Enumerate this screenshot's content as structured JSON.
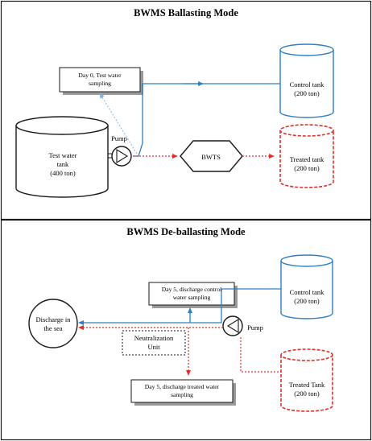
{
  "colors": {
    "blue": "#2f7fc4",
    "red": "#e0302a",
    "dark": "#1a1a1a",
    "grey_shadow": "#9a9a9a",
    "light_blue": "#7fb4e0"
  },
  "ballasting": {
    "title": "BWMS Ballasting Mode",
    "test_tank": [
      "Test water",
      "tank",
      "(400 ton)"
    ],
    "pump": "Pump",
    "sampling": [
      "Day 0, Test water",
      "sampling"
    ],
    "bwts": "BWTS",
    "control_tank": [
      "Control tank",
      "(200 ton)"
    ],
    "treated_tank": [
      "Treated tank",
      "(200 ton)"
    ]
  },
  "deballasting": {
    "title": "BWMS De-ballasting Mode",
    "discharge": [
      "Discharge in",
      "the sea"
    ],
    "control_sampling": [
      "Day 5, discharge control",
      "water sampling"
    ],
    "neutralization": [
      "Neutralization",
      "Unit"
    ],
    "treated_sampling": [
      "Day 5, discharge treated water",
      "sampling"
    ],
    "pump": "Pump",
    "control_tank": [
      "Control tank",
      "(200 ton)"
    ],
    "treated_tank": [
      "Treated Tank",
      "(200 ton)"
    ]
  }
}
